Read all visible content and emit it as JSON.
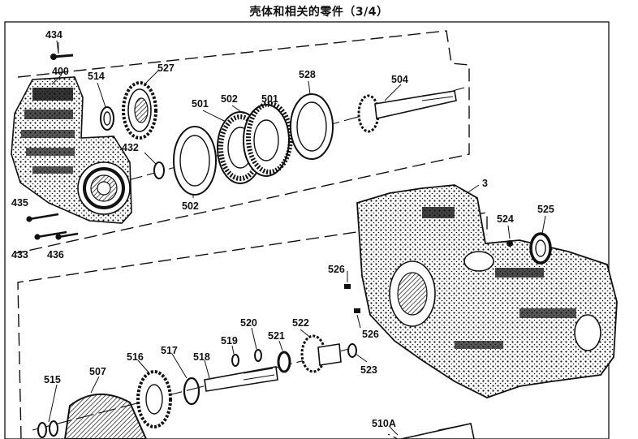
{
  "title": "壳体和相关的零件（3/4）",
  "callouts": {
    "c434": "434",
    "c400": "400",
    "c514": "514",
    "c527": "527",
    "c501a": "501",
    "c502a": "502",
    "c501b": "501",
    "c528": "528",
    "c504": "504",
    "c432": "432",
    "c502b": "502",
    "c435": "435",
    "c433": "433",
    "c436": "436",
    "c3": "3",
    "c524": "524",
    "c525": "525",
    "c526a": "526",
    "c526b": "526",
    "c520": "520",
    "c519": "519",
    "c521": "521",
    "c522": "522",
    "c523": "523",
    "c516": "516",
    "c517": "517",
    "c518": "518",
    "c515": "515",
    "c507": "507",
    "c510a": "510A"
  }
}
